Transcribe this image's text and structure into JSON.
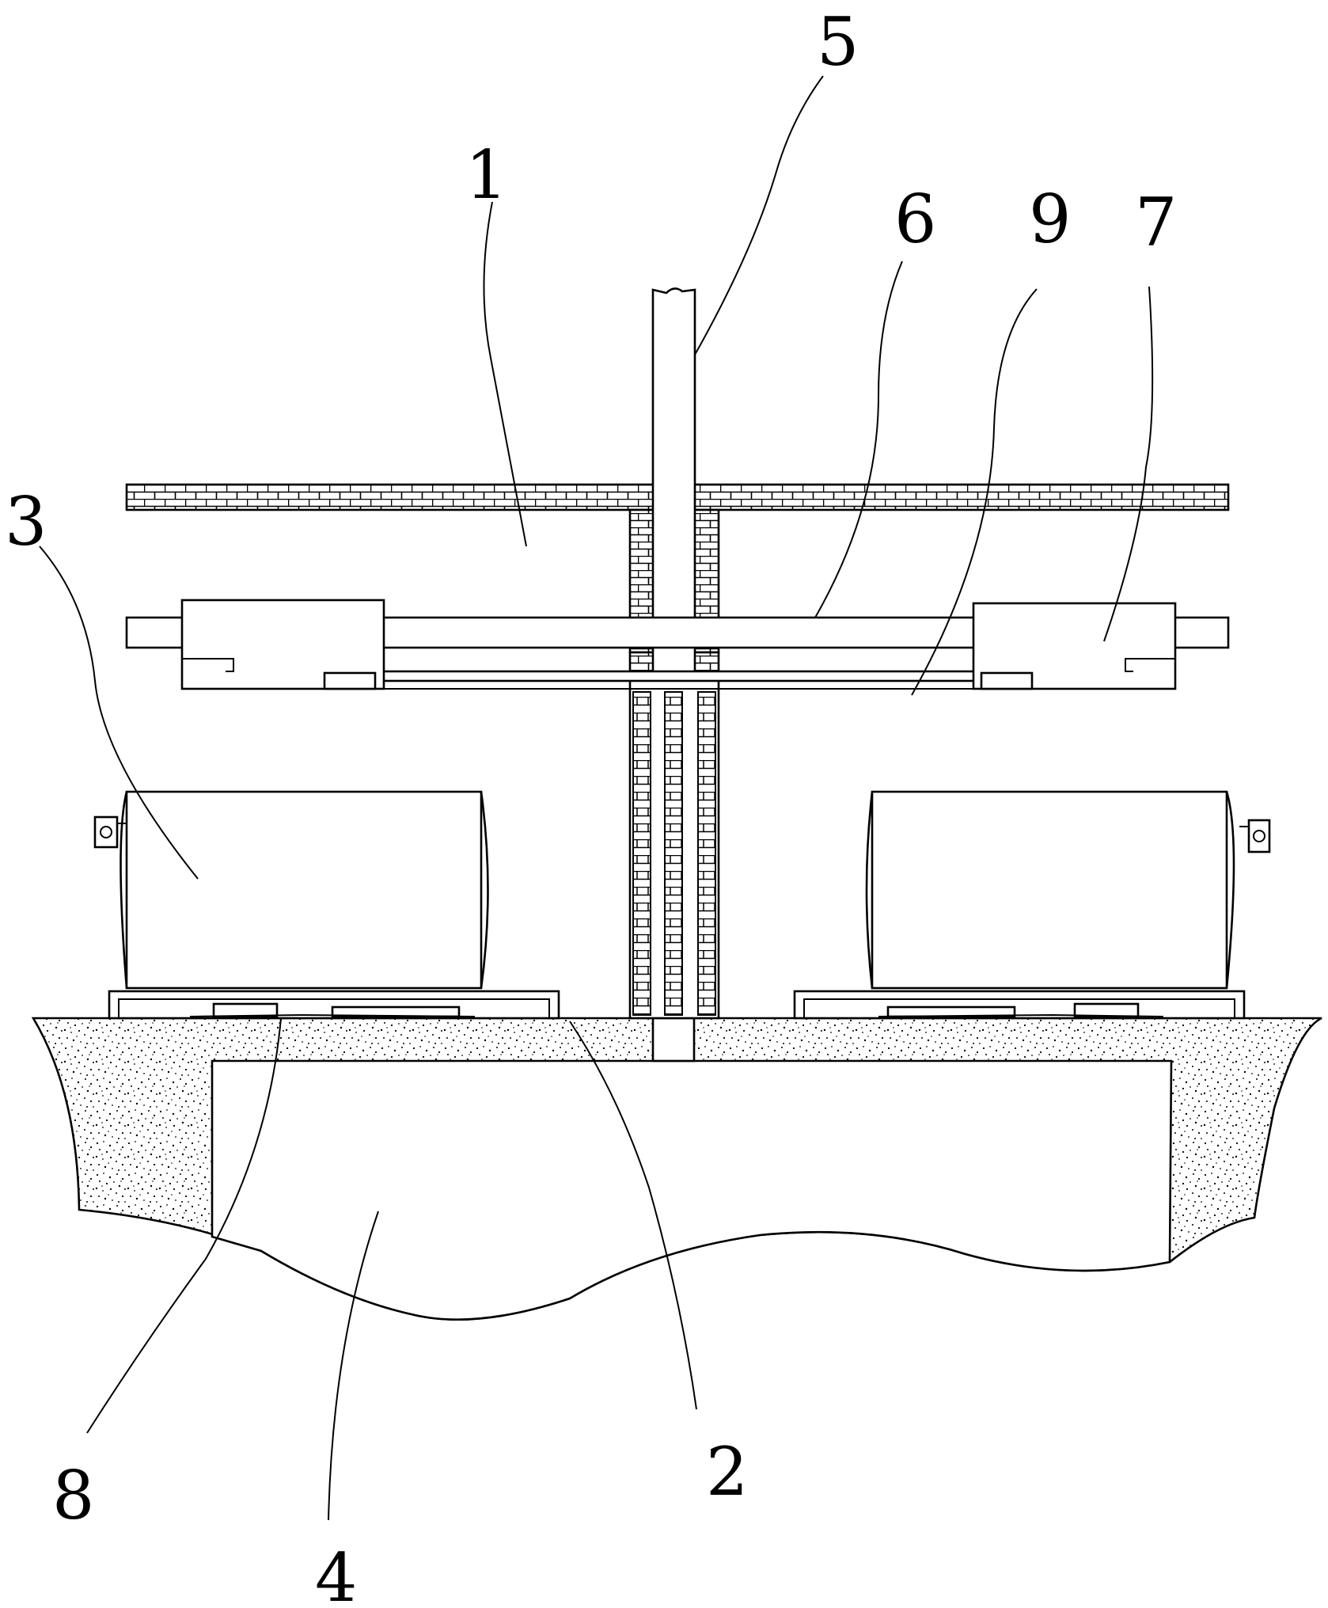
{
  "labels": {
    "l1": "1",
    "l2": "2",
    "l3": "3",
    "l4": "4",
    "l5": "5",
    "l6": "6",
    "l7": "7",
    "l8": "8",
    "l9": "9"
  },
  "colors": {
    "ink": "#000000",
    "paper": "#ffffff"
  }
}
